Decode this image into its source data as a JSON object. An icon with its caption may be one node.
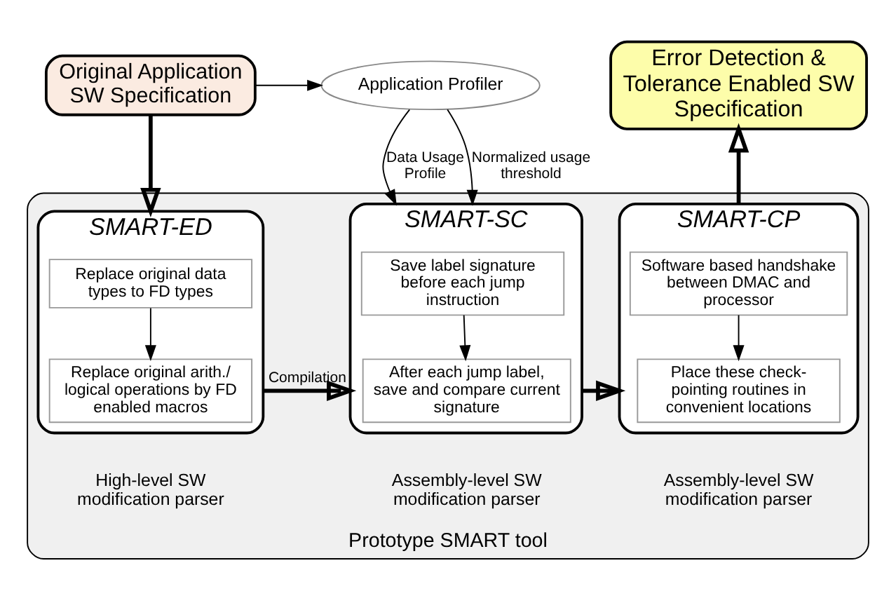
{
  "diagram": {
    "nodes": [
      {
        "text": [
          "Original Application SW Specification"
        ]
      },
      {
        "text": [
          "Application Profiler"
        ]
      },
      {
        "text": [
          "Error Detection & Tolerance Enabled SW Specification"
        ]
      },
      {
        "text": [
          "Prototype SMART tool"
        ]
      },
      {
        "text": [
          "SMART-ED"
        ],
        "in": 3,
        "beside": [
          "High-level SW modification parser"
        ]
      },
      {
        "text": [
          "Replace original data types to FD types"
        ],
        "in": 4
      },
      {
        "text": [
          "Replace original arith./ logical operations by FD enabled macros"
        ],
        "in": 4
      },
      {
        "text": [
          "SMART-SC"
        ],
        "in": 3,
        "beside": [
          "Assembly-level SW modification parser"
        ]
      },
      {
        "text": [
          "Save label signature before each jump instruction"
        ],
        "in": 7
      },
      {
        "text": [
          "After each jump label, save and compare current signature"
        ],
        "in": 7
      },
      {
        "text": [
          "SMART-CP"
        ],
        "in": 3,
        "beside": [
          "Assembly-level SW modification parser"
        ]
      },
      {
        "text": [
          "Software based handshake between DMAC and processor"
        ],
        "in": 10
      },
      {
        "text": [
          "Place these check-pointing routines in convenient locations"
        ],
        "in": 10
      }
    ],
    "edges": [
      {
        "from": 0,
        "to": 1,
        "arrow": "to"
      },
      {
        "from": 1,
        "to": 7,
        "arrow": "to",
        "label": "Data Usage Profile"
      },
      {
        "from": 1,
        "to": 7,
        "arrow": "to",
        "label": "Normalized usage threshold"
      },
      {
        "from": 0,
        "to": 4,
        "arrow": "to",
        "style": "thick"
      },
      {
        "from": 4,
        "to": 7,
        "arrow": "to",
        "style": "thick",
        "label": "Compilation"
      },
      {
        "from": 7,
        "to": 10,
        "arrow": "to",
        "style": "thick"
      },
      {
        "from": 10,
        "to": 2,
        "arrow": "to",
        "style": "thick"
      },
      {
        "from": 5,
        "to": 6,
        "arrow": "to"
      },
      {
        "from": 8,
        "to": 9,
        "arrow": "to"
      },
      {
        "from": 11,
        "to": 12,
        "arrow": "to"
      }
    ]
  }
}
